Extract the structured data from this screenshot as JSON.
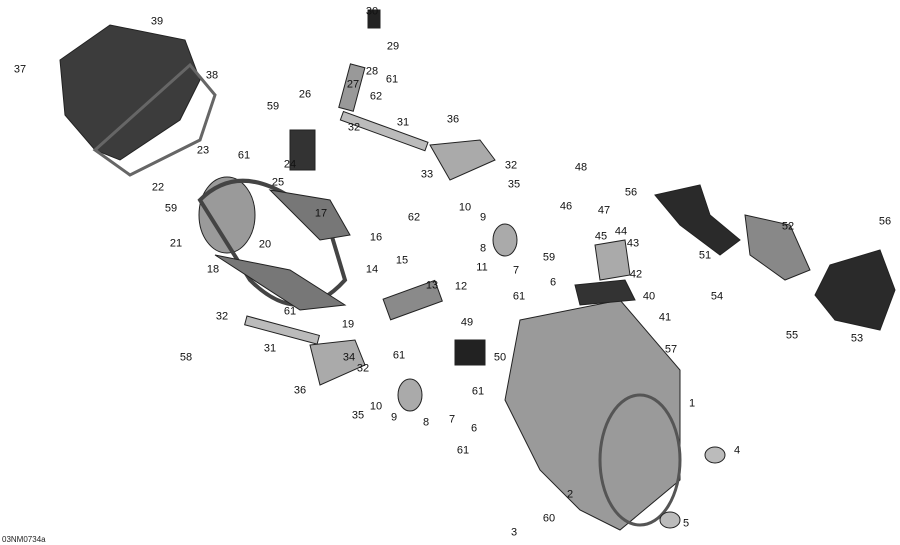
{
  "diagram_code": "03NM0734a",
  "callouts": [
    "39",
    "30",
    "29",
    "37",
    "38",
    "28",
    "27",
    "61",
    "26",
    "59",
    "62",
    "32",
    "31",
    "36",
    "23",
    "61",
    "24",
    "25",
    "32",
    "33",
    "35",
    "22",
    "59",
    "10",
    "48",
    "56",
    "46",
    "47",
    "17",
    "9",
    "62",
    "44",
    "43",
    "45",
    "59",
    "16",
    "21",
    "20",
    "8",
    "15",
    "18",
    "14",
    "11",
    "7",
    "6",
    "61",
    "12",
    "13",
    "42",
    "51",
    "52",
    "56",
    "54",
    "40",
    "41",
    "32",
    "61",
    "19",
    "49",
    "55",
    "53",
    "31",
    "34",
    "61",
    "50",
    "57",
    "58",
    "32",
    "61",
    "36",
    "10",
    "9",
    "35",
    "8",
    "7",
    "1",
    "6",
    "61",
    "4",
    "2",
    "60",
    "3",
    "5"
  ]
}
